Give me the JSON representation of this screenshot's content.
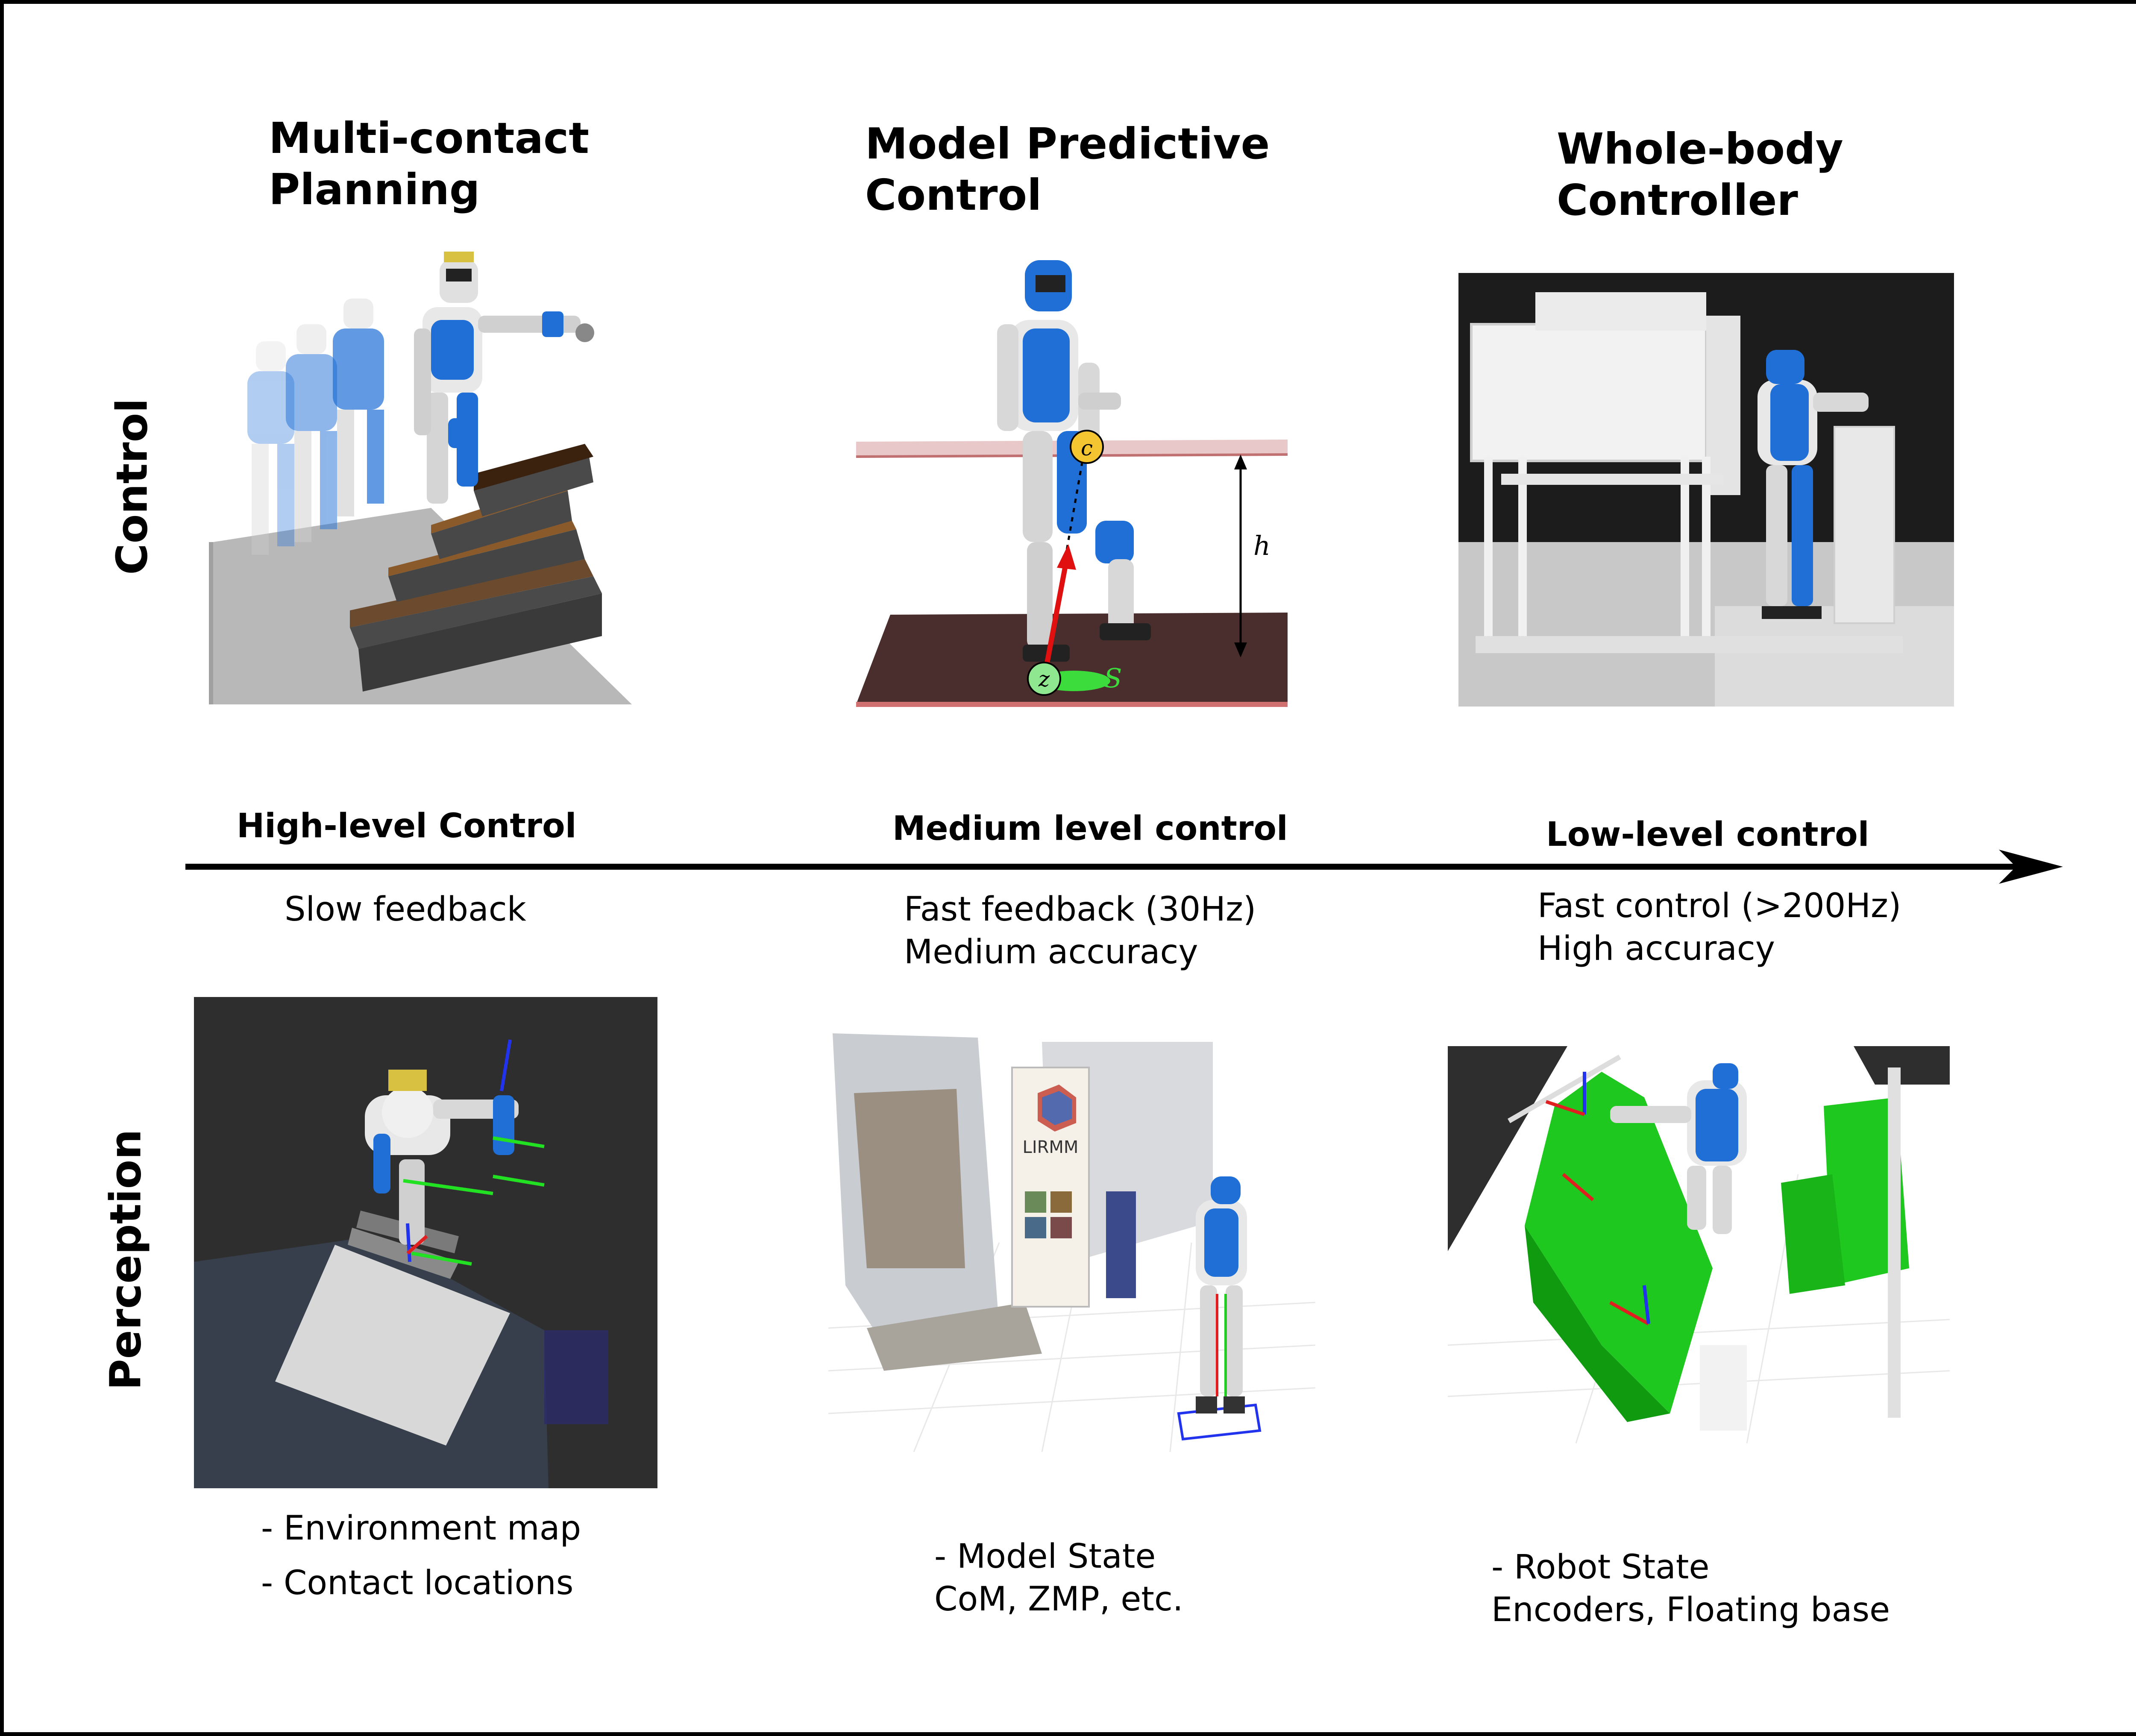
{
  "titles": {
    "planning": [
      "Multi-contact",
      "Planning"
    ],
    "mpc": [
      "Model Predictive",
      "Control"
    ],
    "wbc": [
      "Whole-body",
      "Controller"
    ]
  },
  "side_labels": {
    "control": "Control",
    "perception": "Perception"
  },
  "levels": {
    "high": {
      "label": "High-level Control",
      "lines": [
        "Slow feedback"
      ]
    },
    "medium": {
      "label": "Medium level control",
      "lines": [
        "Fast feedback (30Hz)",
        "Medium accuracy"
      ]
    },
    "low": {
      "label": "Low-level control",
      "lines": [
        "Fast control (>200Hz)",
        "High accuracy"
      ]
    }
  },
  "perception": {
    "planning": [
      "- Environment map",
      "- Contact locations"
    ],
    "mpc": [
      "- Model State",
      "CoM, ZMP, etc."
    ],
    "wbc": [
      "- Robot State",
      "Encoders, Floating base"
    ]
  },
  "mpc_symbols": {
    "height": "h",
    "com": "c",
    "zmp": "z",
    "support": "S"
  },
  "poster_text": "LIRMM",
  "colors": {
    "robot_blue": "#1f6fd6",
    "robot_white": "#e8e8e8",
    "floor_brown": "#4a2e2e",
    "support_green": "#3ddc3d",
    "arrow_red": "#e01010",
    "com_yellow": "#f4c530",
    "obstacle_green": "#1ec81e",
    "dark_bg": "#2e2e2e"
  }
}
